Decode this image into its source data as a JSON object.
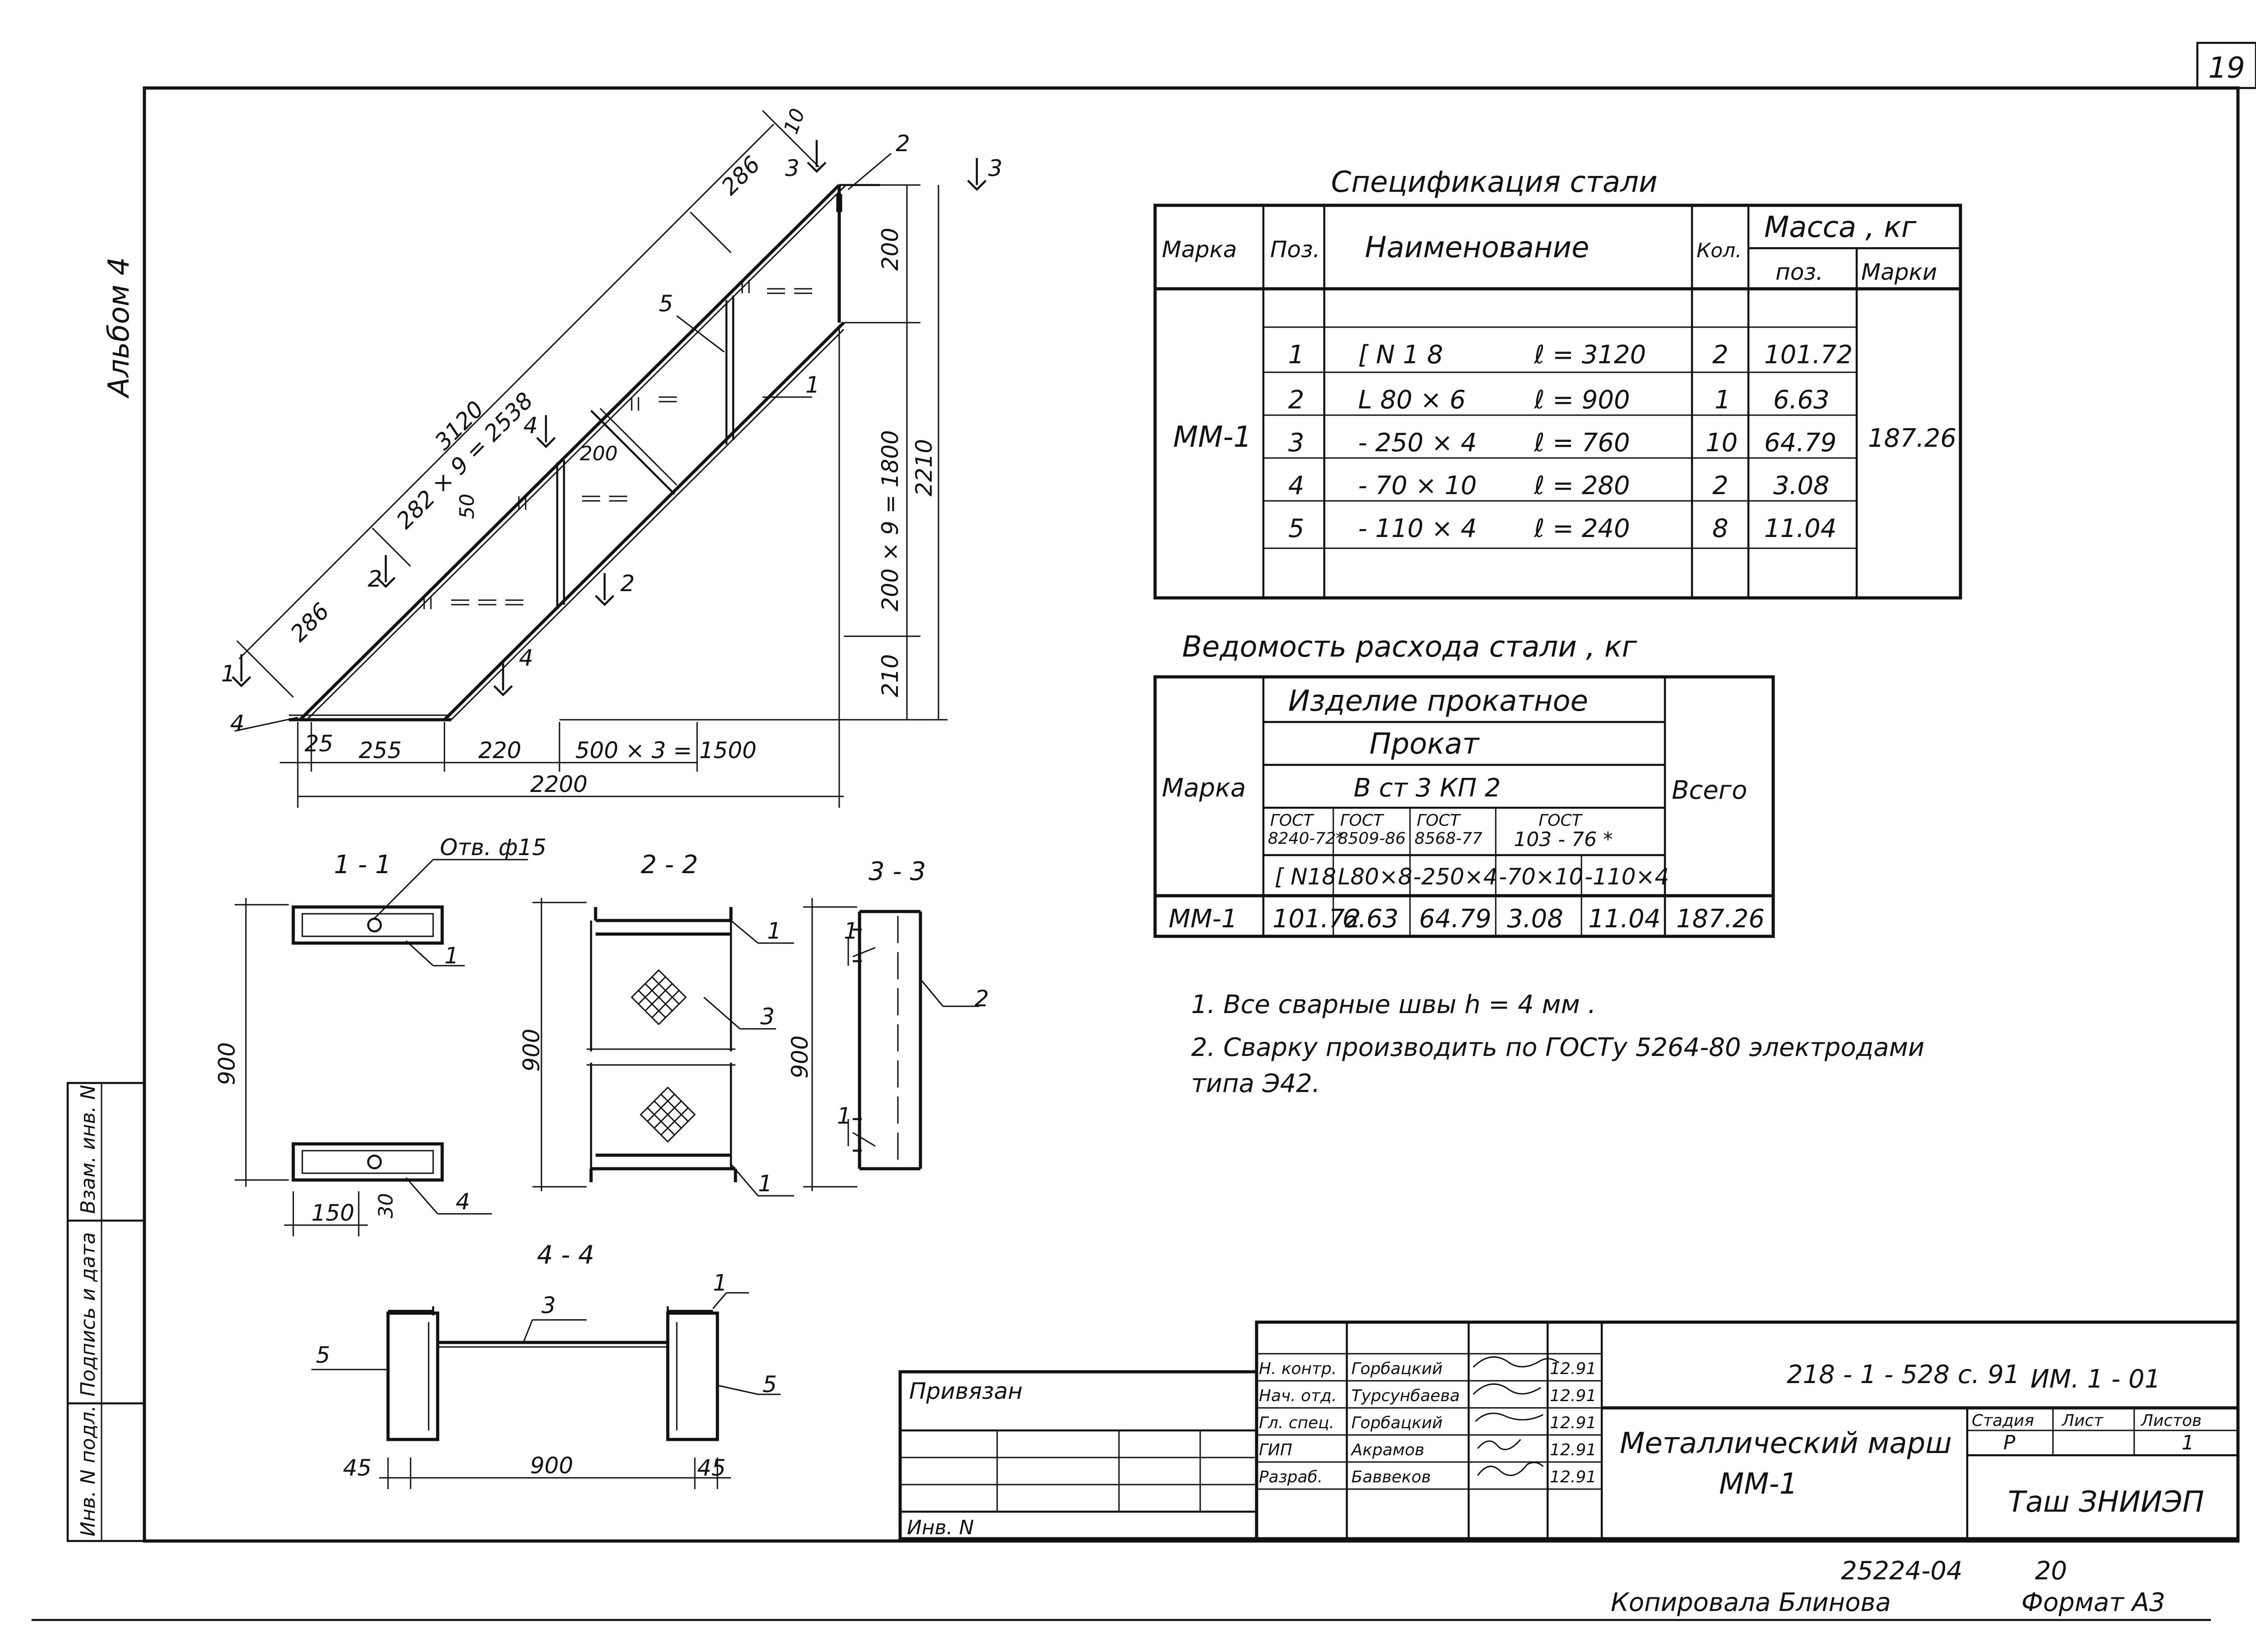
{
  "sheet": {
    "page_number": "19",
    "album": "Альбом 4"
  },
  "stair_view": {
    "callouts": [
      "1",
      "2",
      "3",
      "4",
      "5"
    ],
    "dims": {
      "d10": "10",
      "d286a": "286",
      "d286b": "286",
      "d3120": "3120",
      "d282x9": "282 × 9 = 2538",
      "d200top": "200",
      "d200x9": "200 × 9 = 1800",
      "d2210": "2210",
      "d210": "210",
      "d200mid": "200",
      "d50": "50",
      "b25": "25",
      "b255": "255",
      "b220": "220",
      "b500x3": "500 × 3 = 1500",
      "b2200": "2200"
    }
  },
  "sections": {
    "s11": {
      "title": "1 - 1",
      "hole": "Отв. ф15",
      "d900": "900",
      "d150": "150",
      "d30": "30",
      "c1": "1",
      "c4": "4"
    },
    "s22": {
      "title": "2 - 2",
      "d900": "900",
      "c1a": "1",
      "c3": "3",
      "c1b": "1"
    },
    "s33": {
      "title": "3 - 3",
      "d900": "900",
      "c2": "2",
      "c1a": "1",
      "c1b": "1"
    },
    "s44": {
      "title": "4 - 4",
      "c1": "1",
      "c3": "3",
      "c5a": "5",
      "c5b": "5",
      "d45a": "45",
      "d900": "900",
      "d45b": "45"
    }
  },
  "spec": {
    "title": "Спецификация стали",
    "headers": {
      "marka": "Марка",
      "pos": "Поз.",
      "name": "Наименование",
      "qty": "Кол.",
      "mass": "Масса , кг",
      "mass_pos": "поз.",
      "mass_mark": "Марки"
    },
    "mark": "ММ-1",
    "mark_total": "187.26",
    "rows": [
      {
        "pos": "1",
        "profile": "[ N 1 8",
        "length": "ℓ = 3120",
        "qty": "2",
        "mass": "101.72"
      },
      {
        "pos": "2",
        "profile": "L 80 × 6",
        "length": "ℓ = 900",
        "qty": "1",
        "mass": "6.63"
      },
      {
        "pos": "3",
        "profile": "- 250 × 4",
        "length": "ℓ = 760",
        "qty": "10",
        "mass": "64.79"
      },
      {
        "pos": "4",
        "profile": "- 70 × 10",
        "length": "ℓ = 280",
        "qty": "2",
        "mass": "3.08"
      },
      {
        "pos": "5",
        "profile": "- 110 × 4",
        "length": "ℓ = 240",
        "qty": "8",
        "mass": "11.04"
      }
    ]
  },
  "vedomost": {
    "title": "Ведомость расхода стали , кг",
    "marka": "Марка",
    "izdelie": "Изделие прокатное",
    "prokat": "Прокат",
    "steel": "В ст 3 КП 2",
    "total_hdr": "Всего",
    "gosts": [
      {
        "l1": "ГОСТ",
        "l2": "8240-72*"
      },
      {
        "l1": "ГОСТ",
        "l2": "8509-86"
      },
      {
        "l1": "ГОСТ",
        "l2": "8568-77"
      },
      {
        "l1": "ГОСТ",
        "l2": "103 - 76 *"
      }
    ],
    "profiles": [
      "[ N18",
      "L80×8",
      "-250×4",
      "-70×10",
      "-110×4"
    ],
    "row_mark": "ММ-1",
    "values": [
      "101.72",
      "6.63",
      "64.79",
      "3.08",
      "11.04"
    ],
    "total": "187.26"
  },
  "notes": [
    "1.  Все сварные швы  h = 4 мм .",
    "2.  Сварку производить по ГОСТу 5264-80 электродами",
    "     типа Э42."
  ],
  "side_stamp": {
    "vzam": "Взам. инв. N",
    "podpis": "Подпись и дата",
    "inv": "Инв. N подл."
  },
  "title_block": {
    "privyazan": "Привязан",
    "inv": "Инв. N",
    "doc_code": "218 - 1 - 528 с. 91",
    "doc_id": "ИМ. 1 - 01",
    "object_name": "Металлический марш",
    "object_mark": "ММ-1",
    "stage_hdr": "Стадия",
    "sheet_hdr": "Лист",
    "sheets_hdr": "Листов",
    "stage": "Р",
    "sheet": "",
    "sheets": "1",
    "org": "Таш ЗНИИЭП",
    "people": [
      {
        "role": "Н. контр.",
        "name": "Горбацкий",
        "date": "12.91"
      },
      {
        "role": "Нач. отд.",
        "name": "Турсунбаева",
        "date": "12.91"
      },
      {
        "role": "Гл. спец.",
        "name": "Горбацкий",
        "date": "12.91"
      },
      {
        "role": "ГИП",
        "name": "Акрамов",
        "date": "12.91"
      },
      {
        "role": "Разраб.",
        "name": "Баввеков",
        "date": "12.91"
      }
    ]
  },
  "footer": {
    "archive": "25224-04",
    "page2": "20",
    "copied": "Копировала Блинова",
    "format": "Формат А3"
  }
}
